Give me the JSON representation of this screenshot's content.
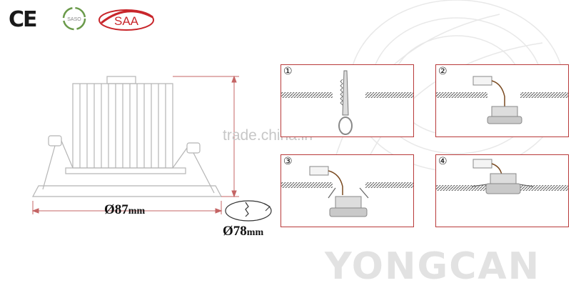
{
  "certifications": {
    "ce": "CE",
    "saso": "SASO",
    "saa": "SAA"
  },
  "dimensions": {
    "outer_diameter": "Ø87",
    "outer_unit": "mm",
    "cutout_diameter": "Ø78",
    "cutout_unit": "mm"
  },
  "watermark": "trade.china.in",
  "brand": "YONGCAN",
  "steps": [
    {
      "number": "①"
    },
    {
      "number": "②"
    },
    {
      "number": "③"
    },
    {
      "number": "④"
    }
  ],
  "colors": {
    "panel_border": "#b83a3a",
    "dimension_line": "#c46464",
    "saa_red": "#c8262b",
    "ceiling_hatch": "#555555"
  }
}
